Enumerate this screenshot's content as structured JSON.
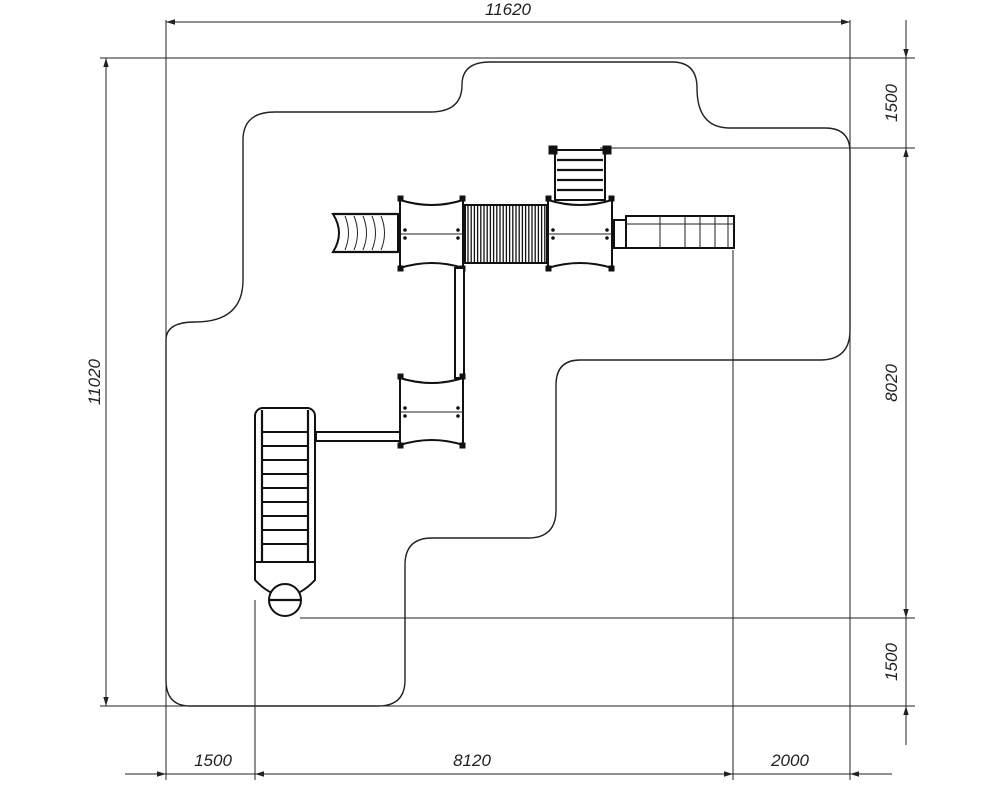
{
  "dimensions": {
    "top_width": "11620",
    "left_height": "11020",
    "right_top": "1500",
    "right_middle": "8020",
    "right_bottom": "1500",
    "bottom_left": "1500",
    "bottom_middle": "8120",
    "bottom_right": "2000"
  }
}
